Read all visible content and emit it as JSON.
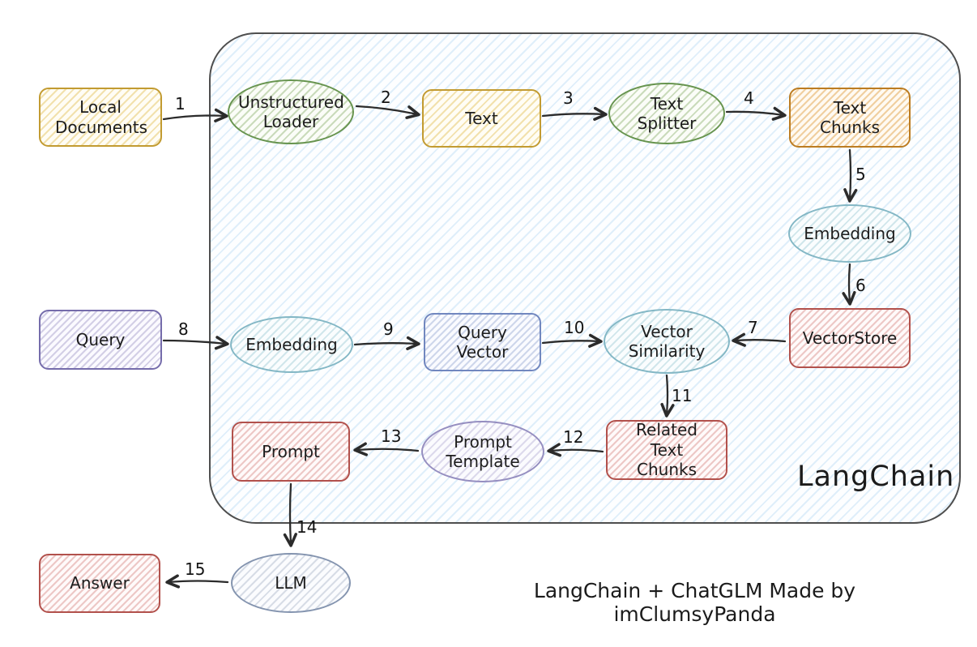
{
  "diagram": {
    "container_label": "LangChain",
    "caption": "LangChain + ChatGLM Made by imClumsyPanda",
    "nodes": {
      "local_documents": "Local Documents",
      "unstructured_loader": "Unstructured Loader",
      "text": "Text",
      "text_splitter": "Text Splitter",
      "text_chunks": "Text Chunks",
      "embedding_docs": "Embedding",
      "vectorstore": "VectorStore",
      "query": "Query",
      "embedding_query": "Embedding",
      "query_vector": "Query Vector",
      "vector_similarity": "Vector Similarity",
      "related_text_chunks": "Related Text Chunks",
      "prompt_template": "Prompt Template",
      "prompt": "Prompt",
      "llm": "LLM",
      "answer": "Answer"
    },
    "edges": {
      "e1": "1",
      "e2": "2",
      "e3": "3",
      "e4": "4",
      "e5": "5",
      "e6": "6",
      "e7": "7",
      "e8": "8",
      "e9": "9",
      "e10": "10",
      "e11": "11",
      "e12": "12",
      "e13": "13",
      "e14": "14",
      "e15": "15"
    },
    "colors": {
      "arrow": "#2b2b2b",
      "container_border": "#4e4e4e",
      "yellow": "#c29b31",
      "green": "#67944f",
      "orange": "#bc7c21",
      "cyan": "#83b7c5",
      "red": "#b2514c",
      "purple": "#756cab",
      "blue": "#7187bf",
      "lavender": "#958ec0",
      "slate": "#8494af"
    }
  }
}
